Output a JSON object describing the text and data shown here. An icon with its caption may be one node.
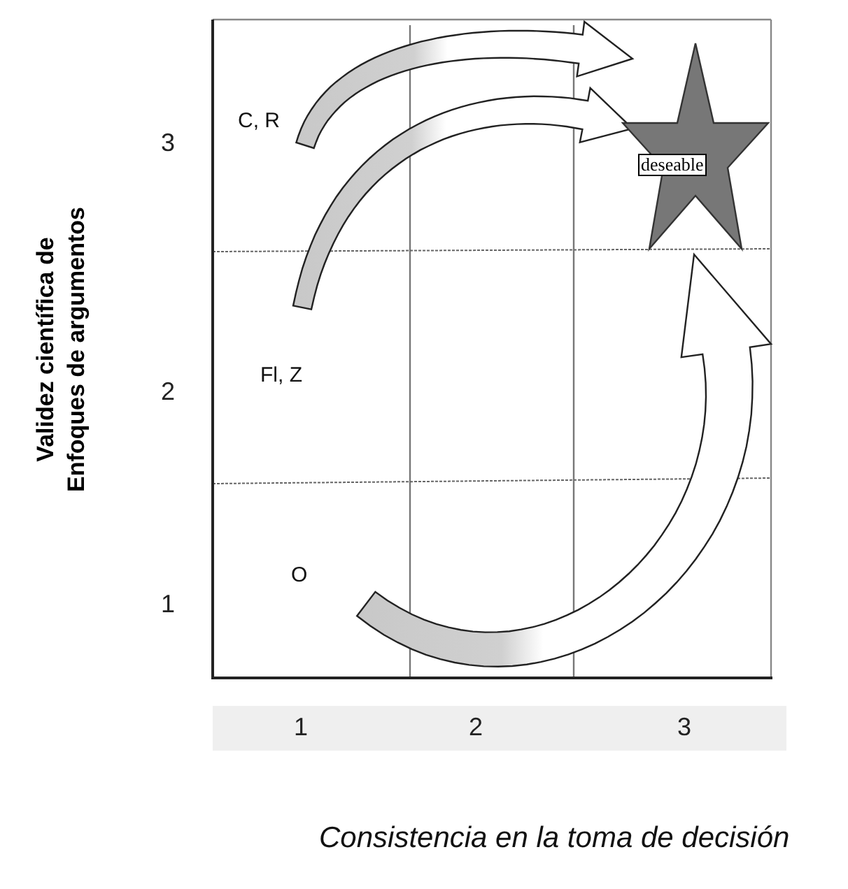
{
  "diagram": {
    "nodes": [
      {
        "text": [
          "C, R"
        ]
      },
      {
        "text": [
          "Fl, Z"
        ]
      },
      {
        "text": [
          "O"
        ]
      },
      {
        "text": [
          "deseable"
        ]
      }
    ],
    "edges": [
      {
        "from": 0,
        "to": 3,
        "arrow": "to",
        "style": "thick"
      },
      {
        "from": 1,
        "to": 3,
        "arrow": "to",
        "style": "thick"
      },
      {
        "from": 2,
        "to": 3,
        "arrow": "to",
        "style": "thick"
      }
    ],
    "labels": [
      "3",
      "2",
      "1",
      "1",
      "2",
      "3",
      "Validez científica de Enfoques de argumentos",
      "Consistencia en la toma de decisión"
    ]
  }
}
